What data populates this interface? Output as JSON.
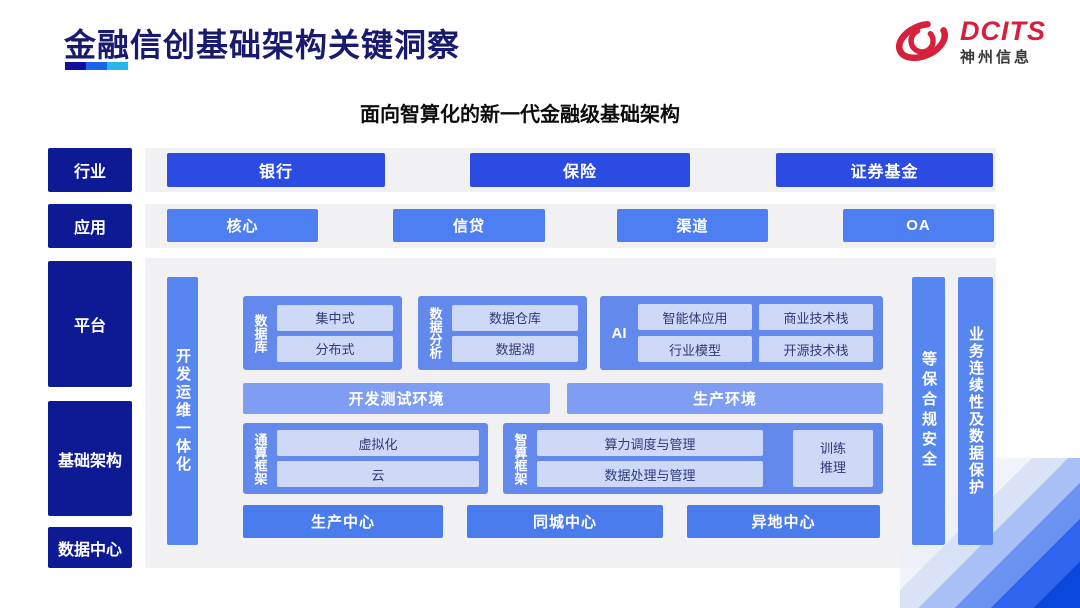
{
  "slide": {
    "title": "金融信创基础架构关键洞察",
    "subtitle": "面向智算化的新一代金融级基础架构"
  },
  "logo": {
    "brand": "DCITS",
    "company": "神州信息"
  },
  "side_labels": {
    "industry": "行业",
    "application": "应用",
    "platform": "平台",
    "infrastructure": "基础架构",
    "datacenter": "数据中心"
  },
  "industry_row": {
    "items": [
      "银行",
      "保险",
      "证券基金"
    ]
  },
  "application_row": {
    "items": [
      "核心",
      "信贷",
      "渠道",
      "OA"
    ]
  },
  "diagram": {
    "devops_bar": "开发运维一体化",
    "security_bar": "等保合规安全",
    "continuity_bar": "业务连续性及数据保护",
    "database": {
      "label": "数据库",
      "items": [
        "集中式",
        "分布式"
      ]
    },
    "analytics": {
      "label": "数据分析",
      "items": [
        "数据仓库",
        "数据湖"
      ]
    },
    "ai": {
      "label": "AI",
      "items": [
        "智能体应用",
        "商业技术栈",
        "行业模型",
        "开源技术栈"
      ]
    },
    "dev_test_env": "开发测试环境",
    "prod_env": "生产环境",
    "general_compute": {
      "label": "通算框架",
      "items": [
        "虚拟化",
        "云"
      ]
    },
    "intelligent_compute": {
      "label": "智算框架",
      "items": [
        "算力调度与管理",
        "数据处理与管理"
      ],
      "side": "训练推理"
    },
    "centers": [
      "生产中心",
      "同城中心",
      "异地中心"
    ]
  },
  "colors": {
    "navy_label": "#0d1a94",
    "industry_blue": "#2b4be2",
    "application_blue": "#4d7ef2",
    "side_bar_blue": "#5886f0",
    "group_blue": "#6389ec",
    "inner_chip": "#cdd9f7",
    "chip_text": "#2e3b78",
    "env_blue": "#7f9df3",
    "center_blue": "#4a7cee",
    "panel_gray": "#f1f1f3",
    "title_navy": "#181a70",
    "logo_red": "#d6203c"
  }
}
